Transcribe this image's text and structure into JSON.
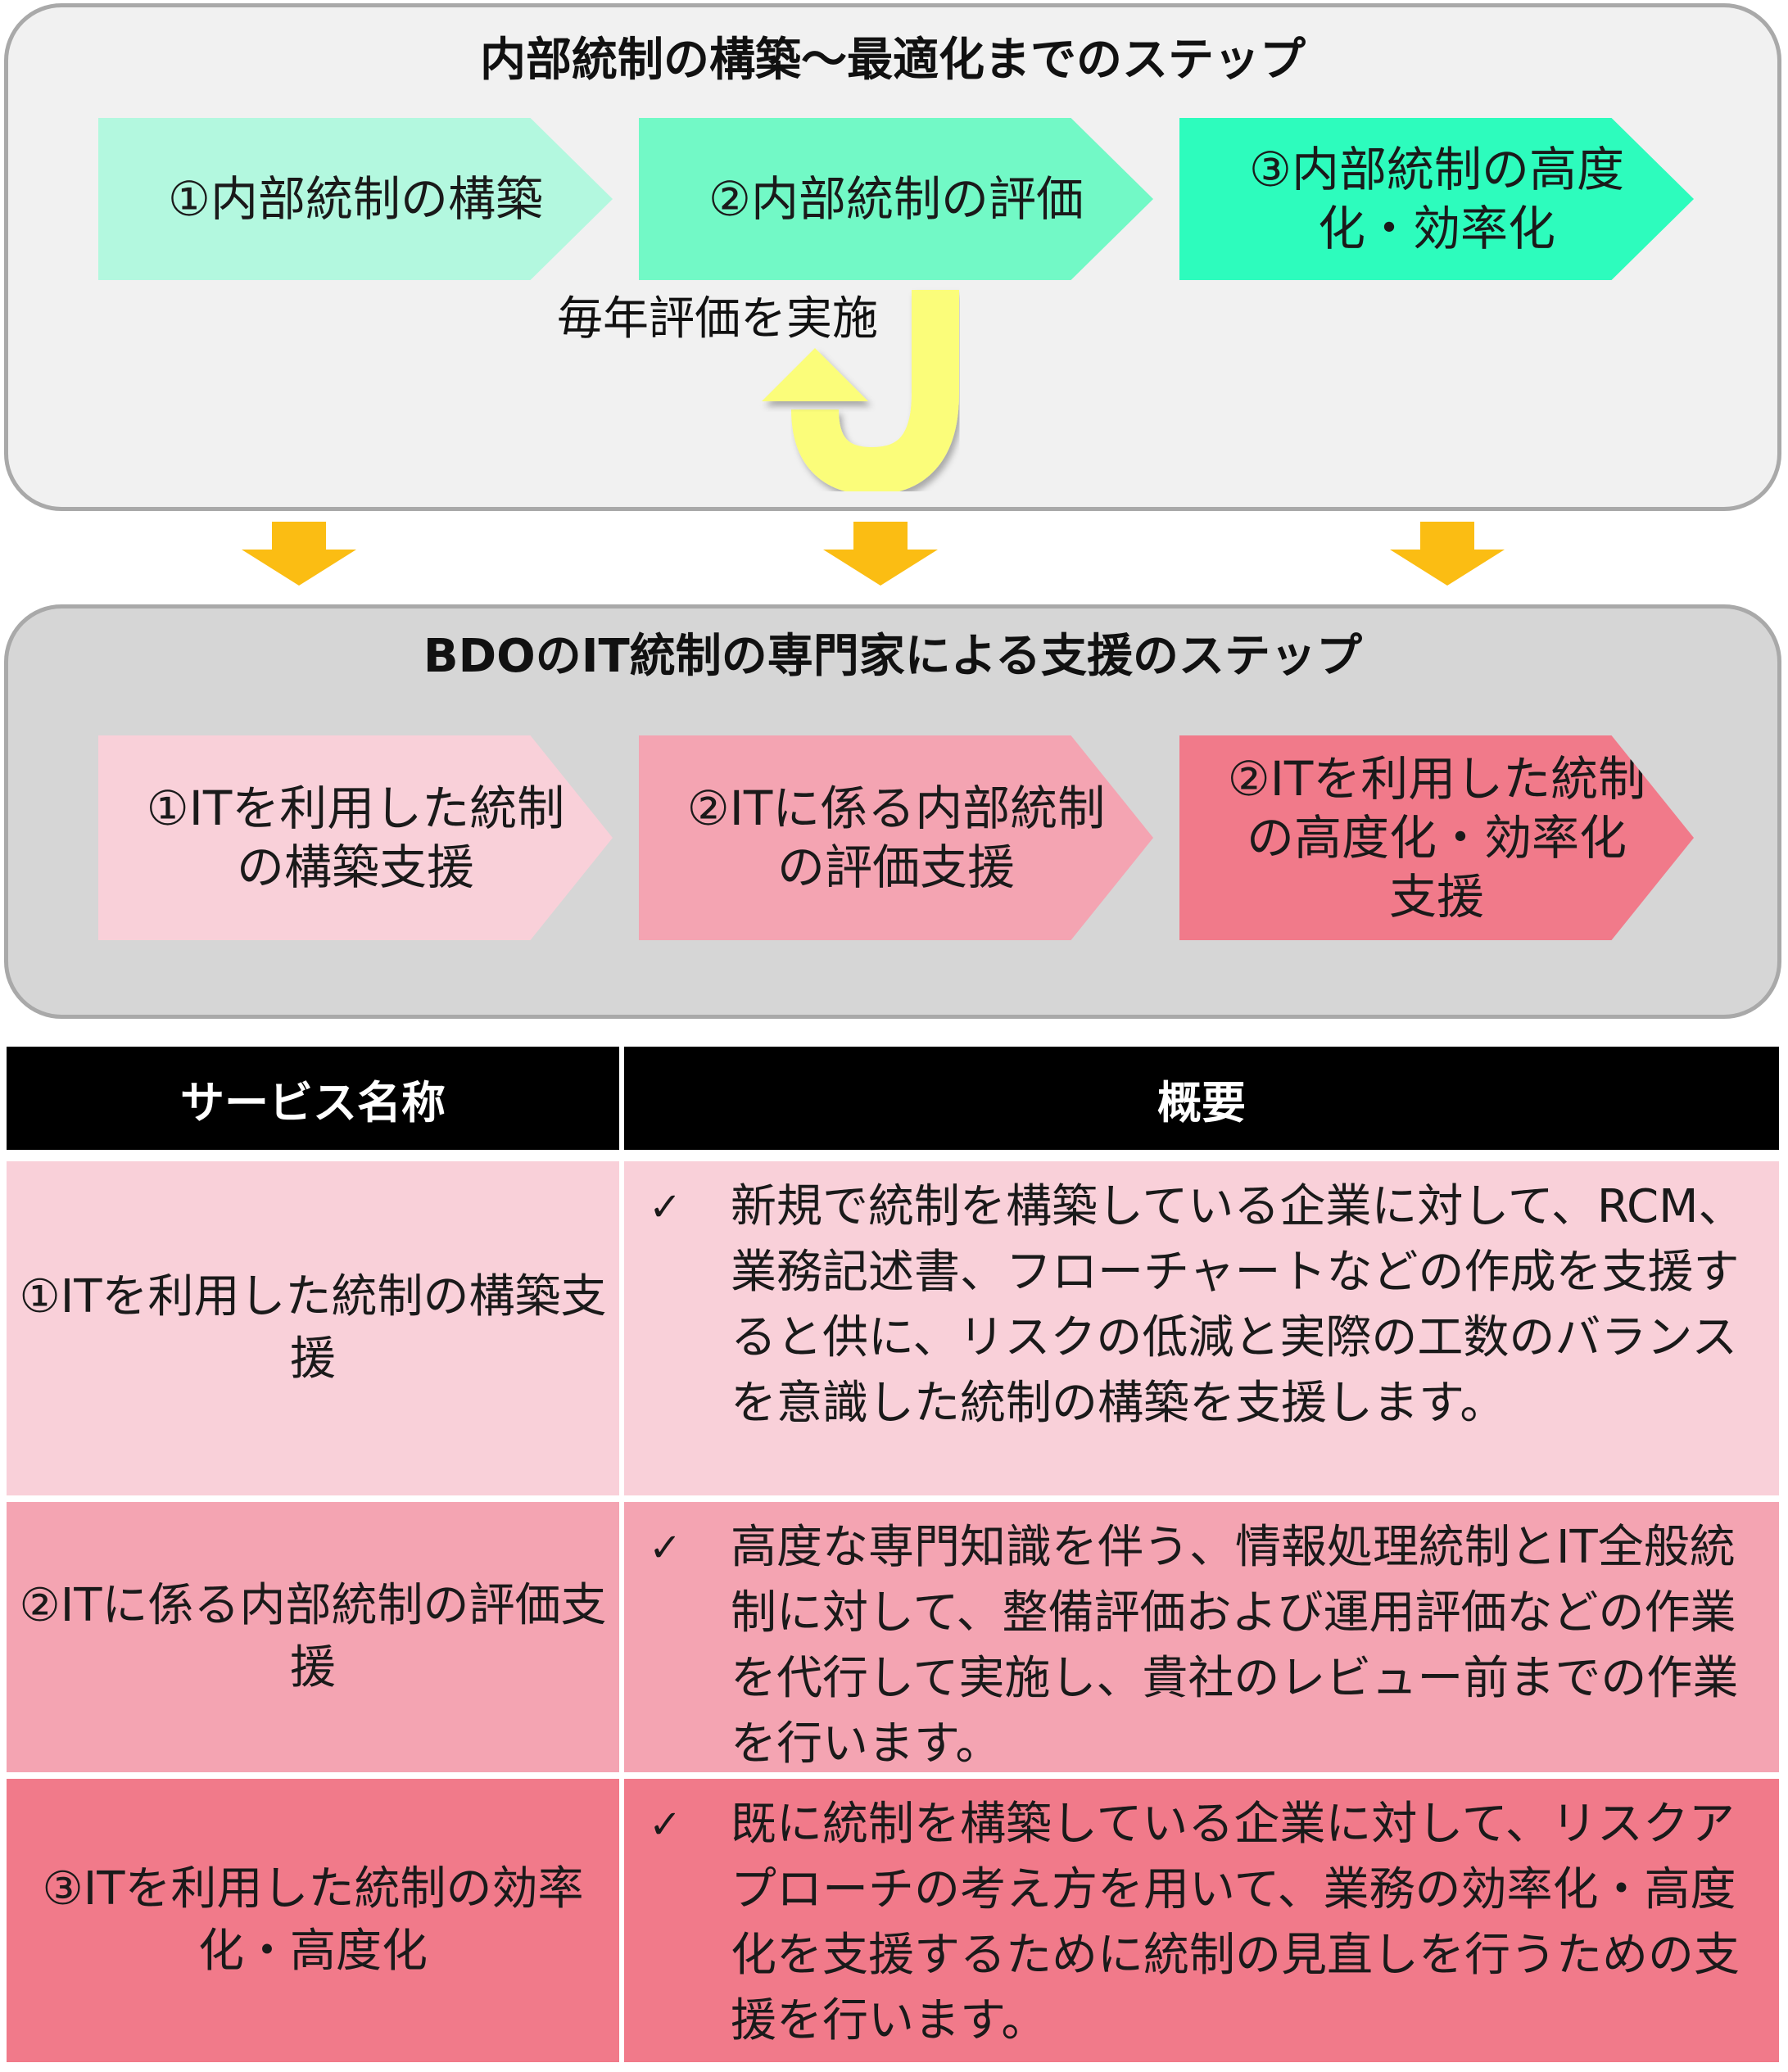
{
  "top_panel": {
    "title": "内部統制の構築～最適化までのステップ",
    "steps": [
      {
        "label": "①内部統制の構築",
        "color": "#b3f8df"
      },
      {
        "label": "②内部統制の評価",
        "color": "#72f9c6"
      },
      {
        "label": "③内部統制の高度化・効率化",
        "color": "#2dfcbd"
      }
    ],
    "loop_label": "毎年評価を実施"
  },
  "mid_panel": {
    "title": "BDOのIT統制の専門家による支援のステップ",
    "steps": [
      {
        "label": "①ITを利用した統制の構築支援",
        "color": "#f9d0d9"
      },
      {
        "label": "②ITに係る内部統制の評価支援",
        "color": "#f4a4b2"
      },
      {
        "label": "②ITを利用した統制の高度化・効率化支援",
        "color": "#f17a8a"
      }
    ]
  },
  "table": {
    "headers": {
      "name": "サービス名称",
      "summary": "概要"
    },
    "check_glyph": "✓",
    "rows": [
      {
        "name": "①ITを利用した統制の構築支援",
        "summary": "新規で統制を構築している企業に対して、RCM、業務記述書、フローチャートなどの作成を支援すると供に、リスクの低減と実際の工数のバランスを意識した統制の構築を支援します。",
        "color": "#f9d0d9"
      },
      {
        "name": "②ITに係る内部統制の評価支援",
        "summary": "高度な専門知識を伴う、情報処理統制とIT全般統制に対して、整備評価および運用評価などの作業を代行して実施し、貴社のレビュー前までの作業を行います。",
        "color": "#f4a4b2"
      },
      {
        "name": "③ITを利用した統制の効率化・高度化",
        "summary": "既に統制を構築している企業に対して、リスクアプローチの考え方を用いて、業務の効率化・高度化を支援するために統制の見直しを行うための支援を行います。",
        "color": "#f17a8a"
      }
    ]
  },
  "colors": {
    "connector_arrow": "#fbbd13",
    "loop_arrow": "#fbfd7a",
    "header_bg": "#000000"
  }
}
